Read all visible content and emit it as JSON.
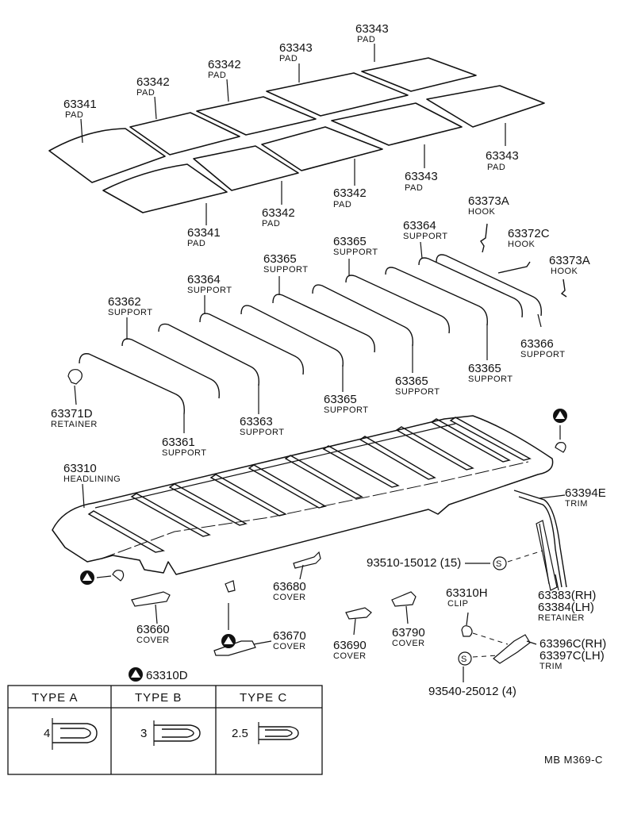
{
  "labels": [
    {
      "pn": "63343",
      "nm": "PAD"
    },
    {
      "pn": "63343",
      "nm": "PAD"
    },
    {
      "pn": "63342",
      "nm": "PAD"
    },
    {
      "pn": "63342",
      "nm": "PAD"
    },
    {
      "pn": "63341",
      "nm": "PAD"
    },
    {
      "pn": "63343",
      "nm": "PAD"
    },
    {
      "pn": "63343",
      "nm": "PAD"
    },
    {
      "pn": "63342",
      "nm": "PAD"
    },
    {
      "pn": "63342",
      "nm": "PAD"
    },
    {
      "pn": "63341",
      "nm": "PAD"
    },
    {
      "pn": "63373A",
      "nm": "HOOK"
    },
    {
      "pn": "63364",
      "nm": "SUPPORT"
    },
    {
      "pn": "63372C",
      "nm": "HOOK"
    },
    {
      "pn": "63373A",
      "nm": "HOOK"
    },
    {
      "pn": "63365",
      "nm": "SUPPORT"
    },
    {
      "pn": "63365",
      "nm": "SUPPORT"
    },
    {
      "pn": "63364",
      "nm": "SUPPORT"
    },
    {
      "pn": "63362",
      "nm": "SUPPORT"
    },
    {
      "pn": "63366",
      "nm": "SUPPORT"
    },
    {
      "pn": "63365",
      "nm": "SUPPORT"
    },
    {
      "pn": "63365",
      "nm": "SUPPORT"
    },
    {
      "pn": "63365",
      "nm": "SUPPORT"
    },
    {
      "pn": "63371D",
      "nm": "RETAINER"
    },
    {
      "pn": "63363",
      "nm": "SUPPORT"
    },
    {
      "pn": "63361",
      "nm": "SUPPORT"
    },
    {
      "pn": "63310",
      "nm": "HEADLINING"
    },
    {
      "pn": "63394E",
      "nm": "TRIM"
    },
    {
      "pn": "63680",
      "nm": "COVER"
    },
    {
      "pn": "63310H",
      "nm": "CLIP"
    },
    {
      "pn": "63383(RH)",
      "nm": ""
    },
    {
      "pn": "63384(LH)",
      "nm": "RETAINER"
    },
    {
      "pn": "63660",
      "nm": "COVER"
    },
    {
      "pn": "63670",
      "nm": "COVER"
    },
    {
      "pn": "63690",
      "nm": "COVER"
    },
    {
      "pn": "63790",
      "nm": "COVER"
    },
    {
      "pn": "63396C(RH)",
      "nm": ""
    },
    {
      "pn": "63397C(LH)",
      "nm": "TRIM"
    },
    {
      "pn": "93510-15012 (15)",
      "nm": ""
    },
    {
      "pn": "93540-25012 (4)",
      "nm": ""
    }
  ],
  "symbols": {
    "s_mark": "S",
    "triangle_note": "63310D"
  },
  "table": {
    "types": [
      {
        "name": "TYPE  A",
        "dim": "4"
      },
      {
        "name": "TYPE  B",
        "dim": "3"
      },
      {
        "name": "TYPE  C",
        "dim": "2.5"
      }
    ]
  },
  "footer": {
    "code": "MB  M369-C"
  }
}
